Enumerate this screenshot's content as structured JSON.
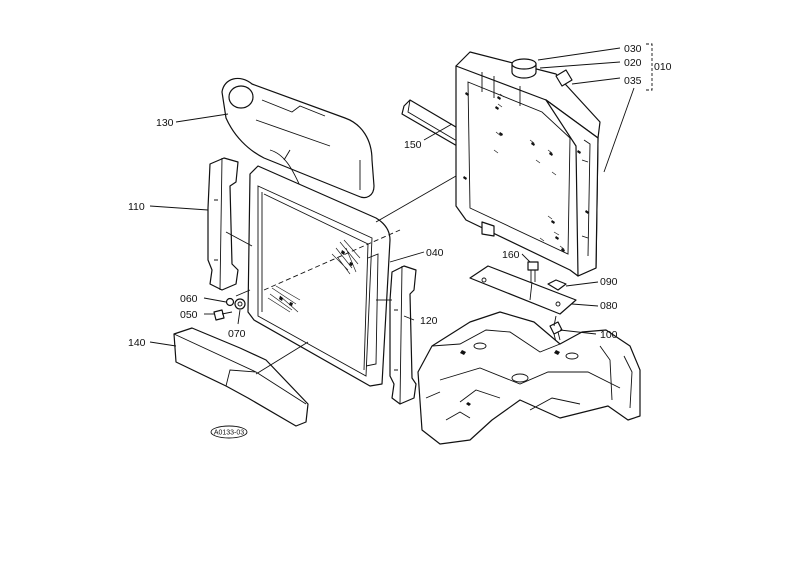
{
  "labels": {
    "p010": "010",
    "p020": "020",
    "p030": "030",
    "p035": "035",
    "p040": "040",
    "p050": "050",
    "p060": "060",
    "p070": "070",
    "p080": "080",
    "p090": "090",
    "p100": "100",
    "p110": "110",
    "p120": "120",
    "p130": "130",
    "p140": "140",
    "p150": "150",
    "p160": "160"
  },
  "reference_code": "A0133-03"
}
